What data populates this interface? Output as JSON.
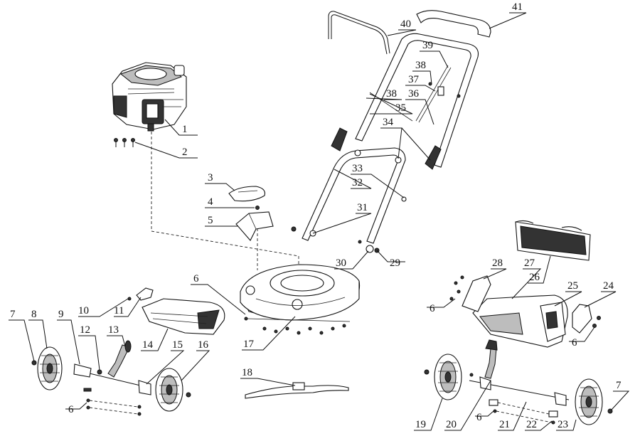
{
  "diagram": {
    "callouts": [
      {
        "id": "1",
        "text": "1"
      },
      {
        "id": "2",
        "text": "2"
      },
      {
        "id": "3",
        "text": "3"
      },
      {
        "id": "4",
        "text": "4"
      },
      {
        "id": "5",
        "text": "5"
      },
      {
        "id": "6a",
        "text": "6"
      },
      {
        "id": "6b",
        "text": "6"
      },
      {
        "id": "6c",
        "text": "6"
      },
      {
        "id": "6d",
        "text": "6"
      },
      {
        "id": "6e",
        "text": "6"
      },
      {
        "id": "7a",
        "text": "7"
      },
      {
        "id": "7b",
        "text": "7"
      },
      {
        "id": "8",
        "text": "8"
      },
      {
        "id": "9",
        "text": "9"
      },
      {
        "id": "10",
        "text": "10"
      },
      {
        "id": "11",
        "text": "11"
      },
      {
        "id": "12",
        "text": "12"
      },
      {
        "id": "13",
        "text": "13"
      },
      {
        "id": "14",
        "text": "14"
      },
      {
        "id": "15",
        "text": "15"
      },
      {
        "id": "16",
        "text": "16"
      },
      {
        "id": "17",
        "text": "17"
      },
      {
        "id": "18",
        "text": "18"
      },
      {
        "id": "19",
        "text": "19"
      },
      {
        "id": "20",
        "text": "20"
      },
      {
        "id": "21",
        "text": "21"
      },
      {
        "id": "22",
        "text": "22"
      },
      {
        "id": "23",
        "text": "23"
      },
      {
        "id": "24",
        "text": "24"
      },
      {
        "id": "25",
        "text": "25"
      },
      {
        "id": "26",
        "text": "26"
      },
      {
        "id": "27",
        "text": "27"
      },
      {
        "id": "28",
        "text": "28"
      },
      {
        "id": "29",
        "text": "29"
      },
      {
        "id": "30",
        "text": "30"
      },
      {
        "id": "31",
        "text": "31"
      },
      {
        "id": "32",
        "text": "32"
      },
      {
        "id": "33",
        "text": "33"
      },
      {
        "id": "34",
        "text": "34"
      },
      {
        "id": "35",
        "text": "35"
      },
      {
        "id": "36",
        "text": "36"
      },
      {
        "id": "37",
        "text": "37"
      },
      {
        "id": "38a",
        "text": "38"
      },
      {
        "id": "38b",
        "text": "38"
      },
      {
        "id": "39",
        "text": "39"
      },
      {
        "id": "40",
        "text": "40"
      },
      {
        "id": "41",
        "text": "41"
      }
    ]
  }
}
